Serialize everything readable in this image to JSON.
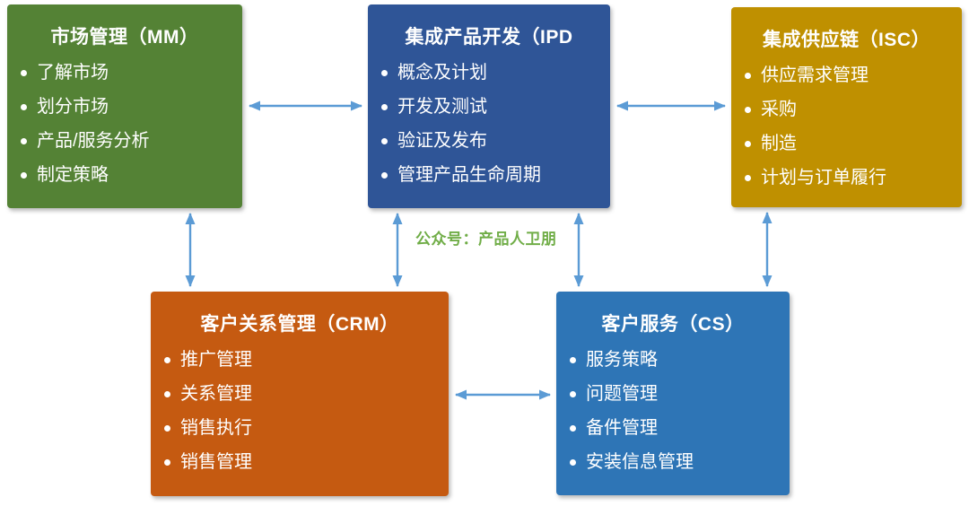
{
  "diagram": {
    "watermark": "公众号：产品人卫朋",
    "boxes": [
      {
        "id": "mm",
        "title": "市场管理（MM）",
        "items": [
          "了解市场",
          "划分市场",
          "产品/服务分析",
          "制定策略"
        ]
      },
      {
        "id": "ipd",
        "title": "集成产品开发（IPD",
        "items": [
          "概念及计划",
          "开发及测试",
          "验证及发布",
          "管理产品生命周期"
        ]
      },
      {
        "id": "isc",
        "title": "集成供应链（ISC）",
        "items": [
          "供应需求管理",
          "采购",
          "制造",
          "计划与订单履行"
        ]
      },
      {
        "id": "crm",
        "title": "客户关系管理（CRM）",
        "items": [
          "推广管理",
          "关系管理",
          "销售执行",
          "销售管理"
        ]
      },
      {
        "id": "cs",
        "title": "客户服务（CS）",
        "items": [
          "服务策略",
          "问题管理",
          "备件管理",
          "安装信息管理"
        ]
      }
    ],
    "connections": [
      {
        "from": "MM",
        "to": "IPD",
        "type": "bidirectional"
      },
      {
        "from": "IPD",
        "to": "ISC",
        "type": "bidirectional"
      },
      {
        "from": "MM",
        "to": "CRM",
        "type": "bidirectional"
      },
      {
        "from": "IPD",
        "to": "CRM",
        "type": "bidirectional"
      },
      {
        "from": "IPD",
        "to": "CS",
        "type": "bidirectional"
      },
      {
        "from": "ISC",
        "to": "CS",
        "type": "bidirectional"
      },
      {
        "from": "CRM",
        "to": "CS",
        "type": "bidirectional"
      }
    ]
  },
  "colors": {
    "mm": "#548235",
    "ipd": "#2F5597",
    "isc": "#BF9000",
    "crm": "#C55A11",
    "cs": "#2E75B6",
    "arrow": "#5B9BD5",
    "watermark": "#70AD47",
    "box-text": "#FFFFFF",
    "background": "#FFFFFF"
  }
}
